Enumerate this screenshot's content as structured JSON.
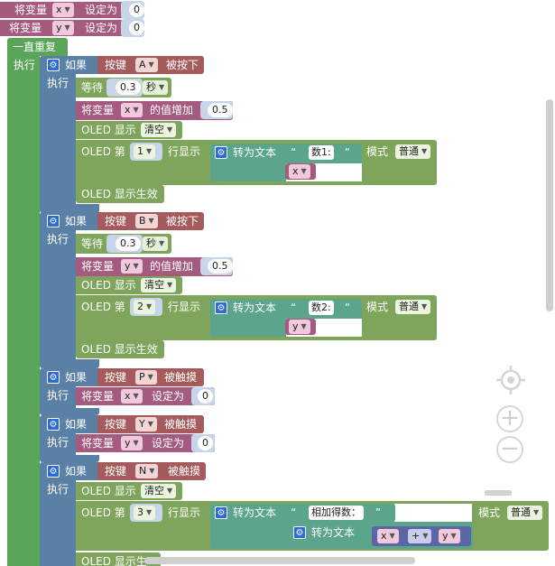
{
  "blocks": {
    "set_var": "将变量",
    "set_to": "设定为",
    "var_x": "x",
    "var_y": "y",
    "zero": "0",
    "forever": "一直重复",
    "do": "执行",
    "if": "如果",
    "key": "按键",
    "key_a": "A",
    "key_b": "B",
    "key_p": "P",
    "key_y": "Y",
    "key_n": "N",
    "pressed": "被按下",
    "touched": "被触摸",
    "wait": "等待",
    "wait_val": "0.3",
    "sec": "秒",
    "increment": "的值增加",
    "inc_val": "0.5",
    "oled_show": "OLED 显示",
    "clear": "清空",
    "oled_line": "OLED 第",
    "row_show": "行显示",
    "to_text": "转为文本",
    "quote_open": "“",
    "quote_close": "”",
    "num1": "数1:",
    "num2": "数2:",
    "sum_label": "相加得数：",
    "mode": "模式",
    "normal": "普通",
    "line1": "1",
    "line2": "2",
    "line3": "3",
    "plus": "+",
    "oled_effect": "OLED 显示生效",
    "oled_effect_cut": "OLED 显示生"
  },
  "colors": {
    "variable": "#a55b80",
    "loop": "#5ba55b",
    "logic_if": "#5b80a5",
    "button": "#a55b5b",
    "oled": "#7ea55b",
    "text": "#5ba58c",
    "math": "#5b67a5"
  },
  "controls": {
    "target_icon": "target-icon",
    "zoom_in_icon": "plus-icon",
    "zoom_out_icon": "minus-icon",
    "trash_icon": "trash-icon",
    "gear_icon": "gear-icon"
  }
}
